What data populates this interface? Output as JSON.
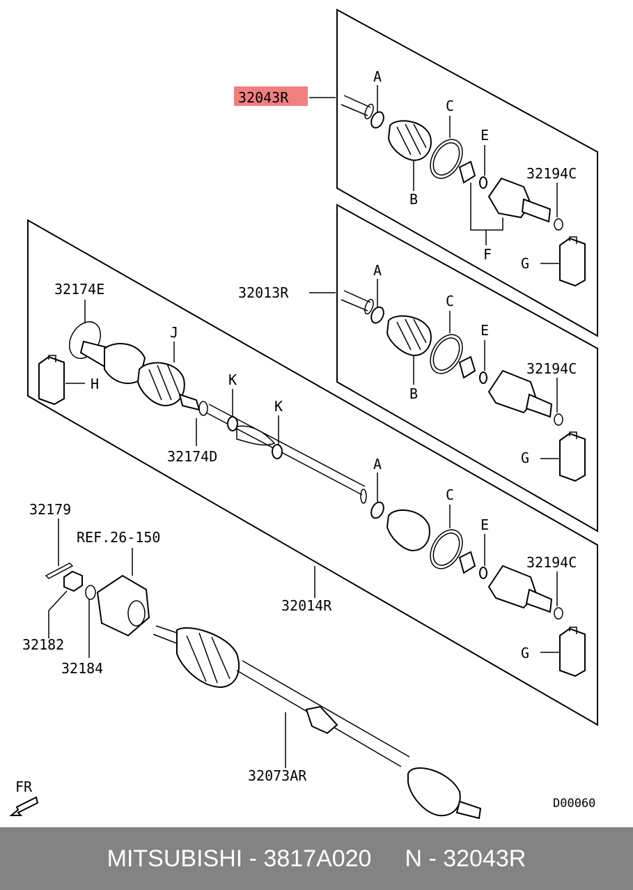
{
  "diagram": {
    "highlight_color": "#f08080",
    "callouts": {
      "p32043R": "32043R",
      "p32013R": "32013R",
      "p32014R": "32014R",
      "p32174E": "32174E",
      "p32174D": "32174D",
      "p32194C_1": "32194C",
      "p32194C_2": "32194C",
      "p32194C_3": "32194C",
      "p32179": "32179",
      "p32182": "32182",
      "p32184": "32184",
      "ref": "REF.26-150",
      "p32073AR": "32073AR",
      "fr": "FR",
      "code": "D00060"
    },
    "letters": {
      "a1": "A",
      "b1": "B",
      "c1": "C",
      "e1": "E",
      "f1": "F",
      "g1": "G",
      "a2": "A",
      "b2": "B",
      "c2": "C",
      "e2": "E",
      "g2": "G",
      "a3": "A",
      "c3": "C",
      "e3": "E",
      "g3": "G",
      "h": "H",
      "j": "J",
      "k1": "K",
      "k2": "K"
    }
  },
  "footer": {
    "brand_part": "MITSUBISHI - 3817A020",
    "ref_part": "N - 32043R"
  }
}
